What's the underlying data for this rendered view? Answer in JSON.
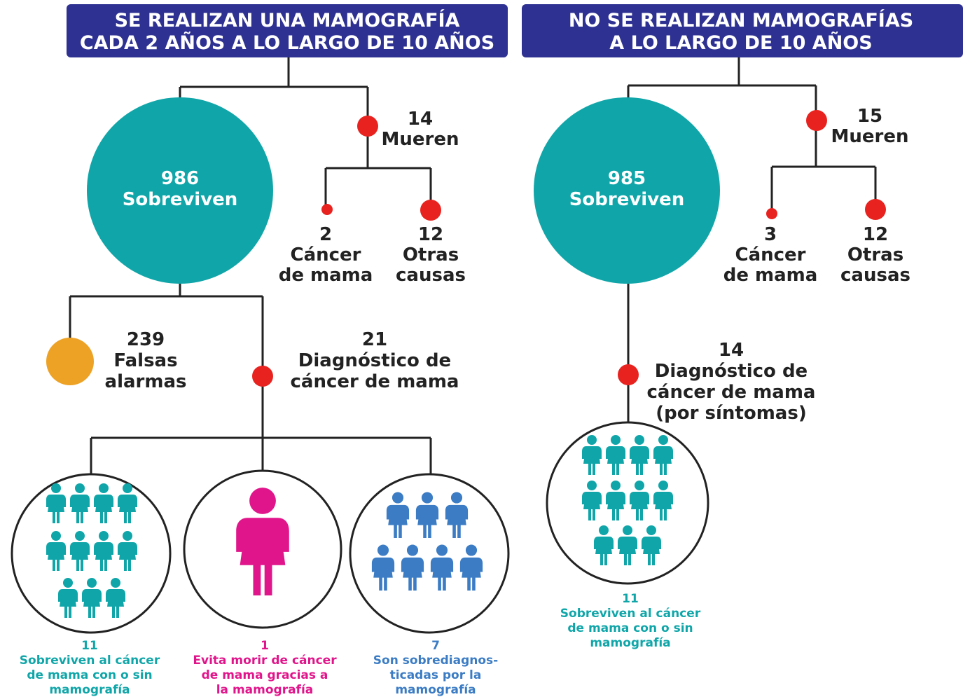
{
  "colors": {
    "header_bg": "#2e3191",
    "teal": "#10a6a9",
    "red": "#e8231f",
    "orange": "#eda225",
    "magenta": "#e1158b",
    "blue": "#3b7cc4",
    "line": "#222222"
  },
  "left": {
    "header": [
      "SE REALIZAN UNA MAMOGRAFÍA",
      "CADA 2 AÑOS A LO LARGO DE 10 AÑOS"
    ],
    "survive": {
      "num": "986",
      "label": "Sobreviven"
    },
    "die": {
      "num": "14",
      "label": "Mueren"
    },
    "die_cancer": {
      "num": "2",
      "line1": "Cáncer",
      "line2": "de mama"
    },
    "die_other": {
      "num": "12",
      "line1": "Otras",
      "line2": "causas"
    },
    "false_alarms": {
      "num": "239",
      "line1": "Falsas",
      "line2": "alarmas"
    },
    "diagnosis": {
      "num": "21",
      "line1": "Diagnóstico de",
      "line2": "cáncer de mama"
    },
    "groups": [
      {
        "count": 11,
        "num": "11",
        "icon": "woman-icon",
        "lines": [
          "Sobreviven al cáncer",
          "de mama con o sin",
          "mamografía"
        ]
      },
      {
        "count": 1,
        "num": "1",
        "icon": "woman-icon",
        "lines": [
          "Evita morir de cáncer",
          "de mama gracias a",
          "la mamografía"
        ]
      },
      {
        "count": 7,
        "num": "7",
        "icon": "woman-icon",
        "lines": [
          "Son sobrediagnos-",
          "ticadas por la",
          "mamografía"
        ]
      }
    ]
  },
  "right": {
    "header": [
      "NO SE REALIZAN MAMOGRAFÍAS",
      "A LO LARGO DE 10 AÑOS"
    ],
    "survive": {
      "num": "985",
      "label": "Sobreviven"
    },
    "die": {
      "num": "15",
      "label": "Mueren"
    },
    "die_cancer": {
      "num": "3",
      "line1": "Cáncer",
      "line2": "de mama"
    },
    "die_other": {
      "num": "12",
      "line1": "Otras",
      "line2": "causas"
    },
    "diagnosis": {
      "num": "14",
      "line1": "Diagnóstico de",
      "line2": "cáncer de mama",
      "line3": "(por síntomas)"
    },
    "group": {
      "count": 11,
      "num": "11",
      "icon": "woman-icon",
      "lines": [
        "Sobreviven al cáncer",
        "de mama con o sin",
        "mamografía"
      ]
    }
  }
}
